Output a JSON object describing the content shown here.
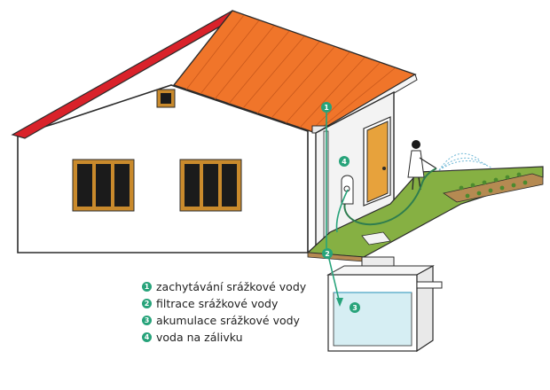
{
  "colors": {
    "roof": "#f0752a",
    "roof_edge": "#d9222a",
    "wall": "#ffffff",
    "window_frame": "#c98a2c",
    "window_glass": "#1b1b1b",
    "door": "#e7a23c",
    "grass": "#86b043",
    "soil": "#b58a52",
    "tank_water": "#d6eef3",
    "marker": "#27a37a",
    "outline": "#2b2b2b"
  },
  "markers": [
    {
      "id": "1",
      "label": "1"
    },
    {
      "id": "2",
      "label": "2"
    },
    {
      "id": "3",
      "label": "3"
    },
    {
      "id": "4",
      "label": "4"
    }
  ],
  "legend": [
    {
      "num": "1",
      "text": "zachytávání srážkové vody"
    },
    {
      "num": "2",
      "text": "filtrace srážkové vody"
    },
    {
      "num": "3",
      "text": "akumulace srážkové vody"
    },
    {
      "num": "4",
      "text": "voda na zálivku"
    }
  ]
}
